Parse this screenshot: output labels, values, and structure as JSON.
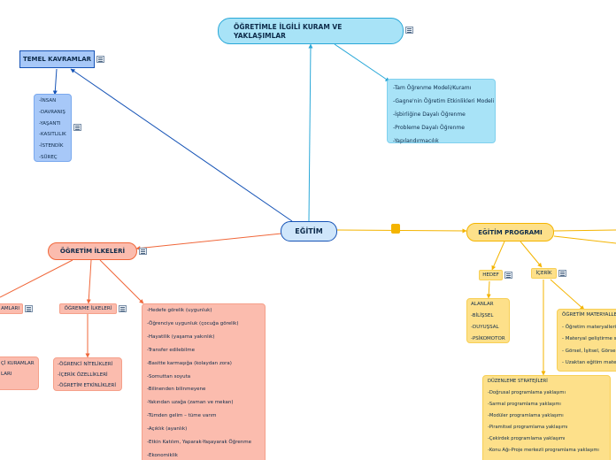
{
  "center": {
    "label": "EĞİTİM"
  },
  "kuram": {
    "title_line1": "ÖĞRETİMLE İLGİLİ KURAM VE",
    "title_line2": "YAKLAŞIMLAR",
    "items": [
      "-Tam Öğrenme Modeli/Kuramı",
      "-Gagne'nin Öğretim Etkinlikleri Modeli",
      "-İşbirliğine Dayalı Öğrenme",
      "-Probleme Dayalı Öğrenme",
      "-Yapılandırmacılık"
    ]
  },
  "temel": {
    "title": "TEMEL KAVRAMLAR",
    "items": [
      "-İNSAN",
      "-DAVRANIŞ",
      "-YAŞANTI",
      "-KASITLILIK",
      "-İSTENDİK",
      "-SÜREÇ"
    ]
  },
  "ilkeler": {
    "title": "ÖĞRETİM İLKELERİ",
    "left_label": "AMLARI",
    "left_items": [
      "Çİ KURAMLAR",
      "LARI"
    ],
    "ogrenme_title": "ÖĞRENME İLKELERİ",
    "ogrenme_items": [
      "-ÖĞRENCİ NİTELİKLERİ",
      "-İÇERİK ÖZELLİKLERİ",
      "-ÖĞRETİM ETKİNLİKLERİ"
    ],
    "items": [
      "-Hedefe görelik (uygunluk)",
      "-Öğrenciye uygunluk (çocuğa görelik)",
      "-Hayatilik (yaşama yakınlık)",
      "-Transfer edilebilme",
      "-Basitte karmaşığa (kolaydan zora)",
      "-Somuttan soyuta",
      "-Bilinenden bilinmeyene",
      "-Yakından uzağa (zaman ve mekan)",
      "-Tümden gelim – tüme varım",
      "-Açıklık (ayanlık)",
      "-Etkin Katılım, Yaparak-Yaşayarak Öğrenme",
      "-Ekonomiklik"
    ]
  },
  "program": {
    "title": "EĞİTİM PROGRAMI",
    "hedef": "HEDEF",
    "hedef_items": [
      "ALANLAR",
      "-BİLİŞSEL",
      "-DUYUŞSAL",
      "-PSİKOMOTOR"
    ],
    "icerik": "İÇERİK",
    "materyal_title": "ÖĞRETİM MATERYALLE",
    "materyal_items": [
      "- Öğretim materyalleri",
      "- Materyal geliştirme s",
      "- Görsel, İşitsel, Görse",
      "- Uzaktan eğitim mate"
    ],
    "duzenleme_title": "DÜZENLEME STRATEJİLERİ",
    "duzenleme_items": [
      "-Doğrusal programlama yaklaşımı",
      "-Sarmal programlama yaklaşımı",
      "-Modüler programlama yaklaşımı",
      "-Piramitsel programlama yaklaşımı",
      "-Çekirdek programlama yaklaşımı",
      "-Konu Ağı-Proje merkezli programlama yaklaşımı"
    ]
  },
  "colors": {
    "blue_line": "#1553b6",
    "cyan_line": "#2aa8d8",
    "orange_line": "#f0673a",
    "gold_line": "#f4b400",
    "kuram_fill": "#a8e3f7",
    "temel_fill": "#a7c8f8",
    "ilke_fill": "#fbbcae",
    "program_fill": "#fde08a"
  }
}
